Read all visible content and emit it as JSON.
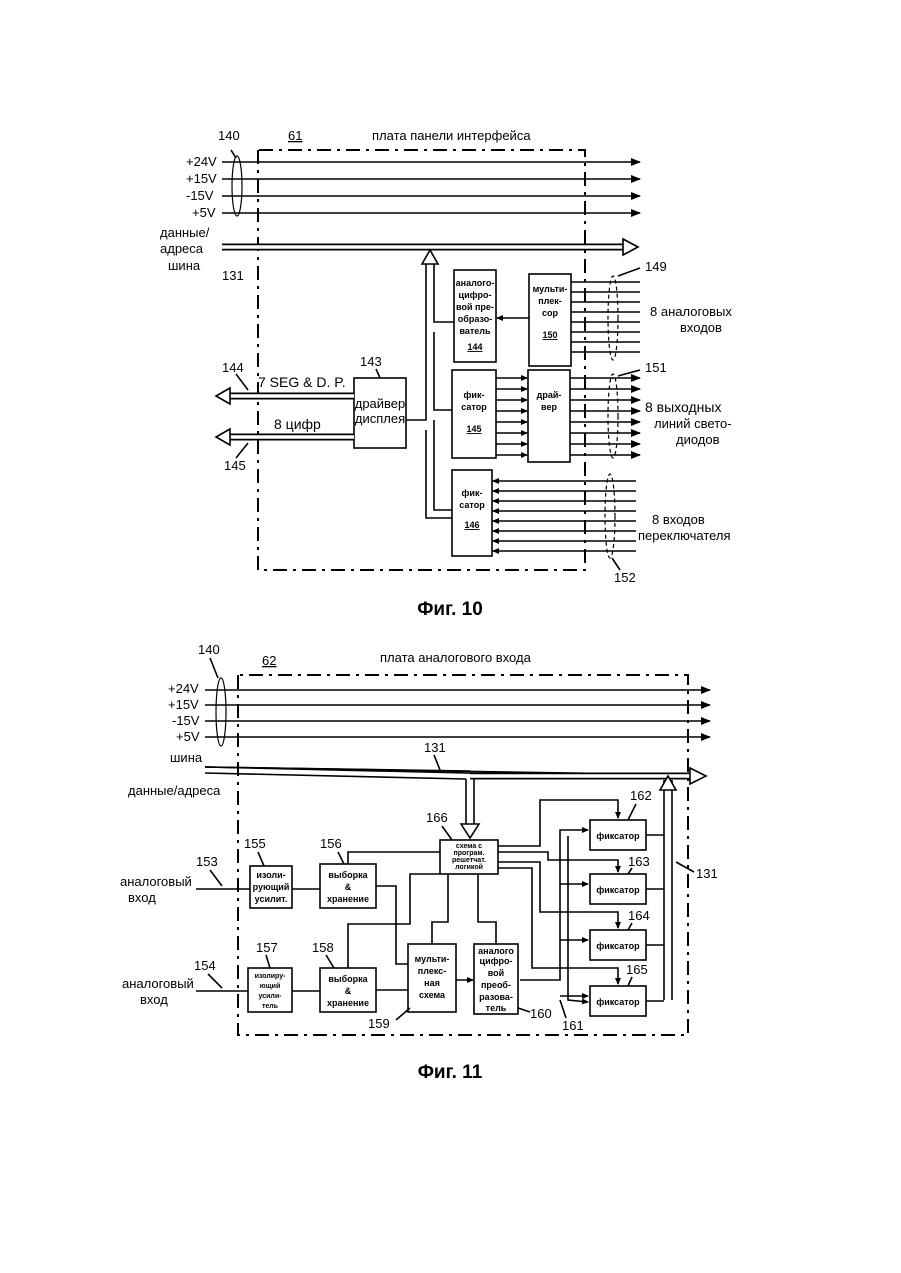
{
  "fig10": {
    "caption": "Фиг. 10",
    "board_ref": "61",
    "board_title": "плата панели интерфейса",
    "ref_140": "140",
    "power": [
      "+24V",
      "+15V",
      "-15V",
      "+5V"
    ],
    "bus_label": [
      "данные/",
      "адреса",
      "шина"
    ],
    "ref_131": "131",
    "adc": {
      "lines": [
        "аналого-",
        "цифро-",
        "вой пре-",
        "образо-",
        "ватель"
      ],
      "ref": "144"
    },
    "mux": {
      "lines": [
        "мульти-",
        "плек-",
        "сор"
      ],
      "ref": "150"
    },
    "latch145": {
      "lines": [
        "фик-",
        "сатор"
      ],
      "ref": "145"
    },
    "driver": {
      "lines": [
        "драй-",
        "вер"
      ]
    },
    "latch146": {
      "lines": [
        "фик-",
        "сатор"
      ],
      "ref": "146"
    },
    "display_driver": {
      "lines": [
        "драйвер",
        "дисплея"
      ],
      "ref": "143"
    },
    "ref_144": "144",
    "ref_145": "145",
    "ref_149": "149",
    "ref_151": "151",
    "ref_152": "152",
    "seg_label": "7 SEG & D. P.",
    "digits_label": "8 цифр",
    "analog_inputs": [
      "8 аналоговых",
      "входов"
    ],
    "led_outputs": [
      "8 выходных",
      "линий свето-",
      "диодов"
    ],
    "switch_inputs": [
      "8 входов",
      "переключателя"
    ]
  },
  "fig11": {
    "caption": "Фиг. 11",
    "board_ref": "62",
    "board_title": "плата аналогового входа",
    "ref_140": "140",
    "power": [
      "+24V",
      "+15V",
      "-15V",
      "+5V"
    ],
    "bus_word": "шина",
    "bus_addr": "данные/адреса",
    "ref_131_top": "131",
    "ref_131_right": "131",
    "ctrl": {
      "lines": [
        "схема с",
        "програм.",
        "решетчат.",
        "логикой"
      ],
      "ref": "166"
    },
    "iso1": {
      "lines": [
        "изоли-",
        "рующий",
        "усилит."
      ],
      "ref": "155"
    },
    "sh1": {
      "lines": [
        "выборка",
        "&",
        "хранение"
      ],
      "ref": "156"
    },
    "iso2": {
      "lines": [
        "изолиру-",
        "ющий",
        "усили-",
        "тель"
      ],
      "ref": "157"
    },
    "sh2": {
      "lines": [
        "выборка",
        "&",
        "хранение"
      ],
      "ref": "158"
    },
    "mux": {
      "lines": [
        "мульти-",
        "плекс-",
        "ная",
        "схема"
      ],
      "ref": "159"
    },
    "adc": {
      "lines": [
        "аналого",
        "цифро-",
        "вой",
        "преоб-",
        "разова-",
        "тель"
      ],
      "ref": "160"
    },
    "ref_161": "161",
    "latches": [
      {
        "label": "фиксатор",
        "ref": "162"
      },
      {
        "label": "фиксатор",
        "ref": "163"
      },
      {
        "label": "фиксатор",
        "ref": "164"
      },
      {
        "label": "фиксатор",
        "ref": "165"
      }
    ],
    "in1": {
      "lines": [
        "аналоговый",
        "вход"
      ],
      "ref": "153"
    },
    "in2": {
      "lines": [
        "аналоговый",
        "вход"
      ],
      "ref": "154"
    }
  }
}
